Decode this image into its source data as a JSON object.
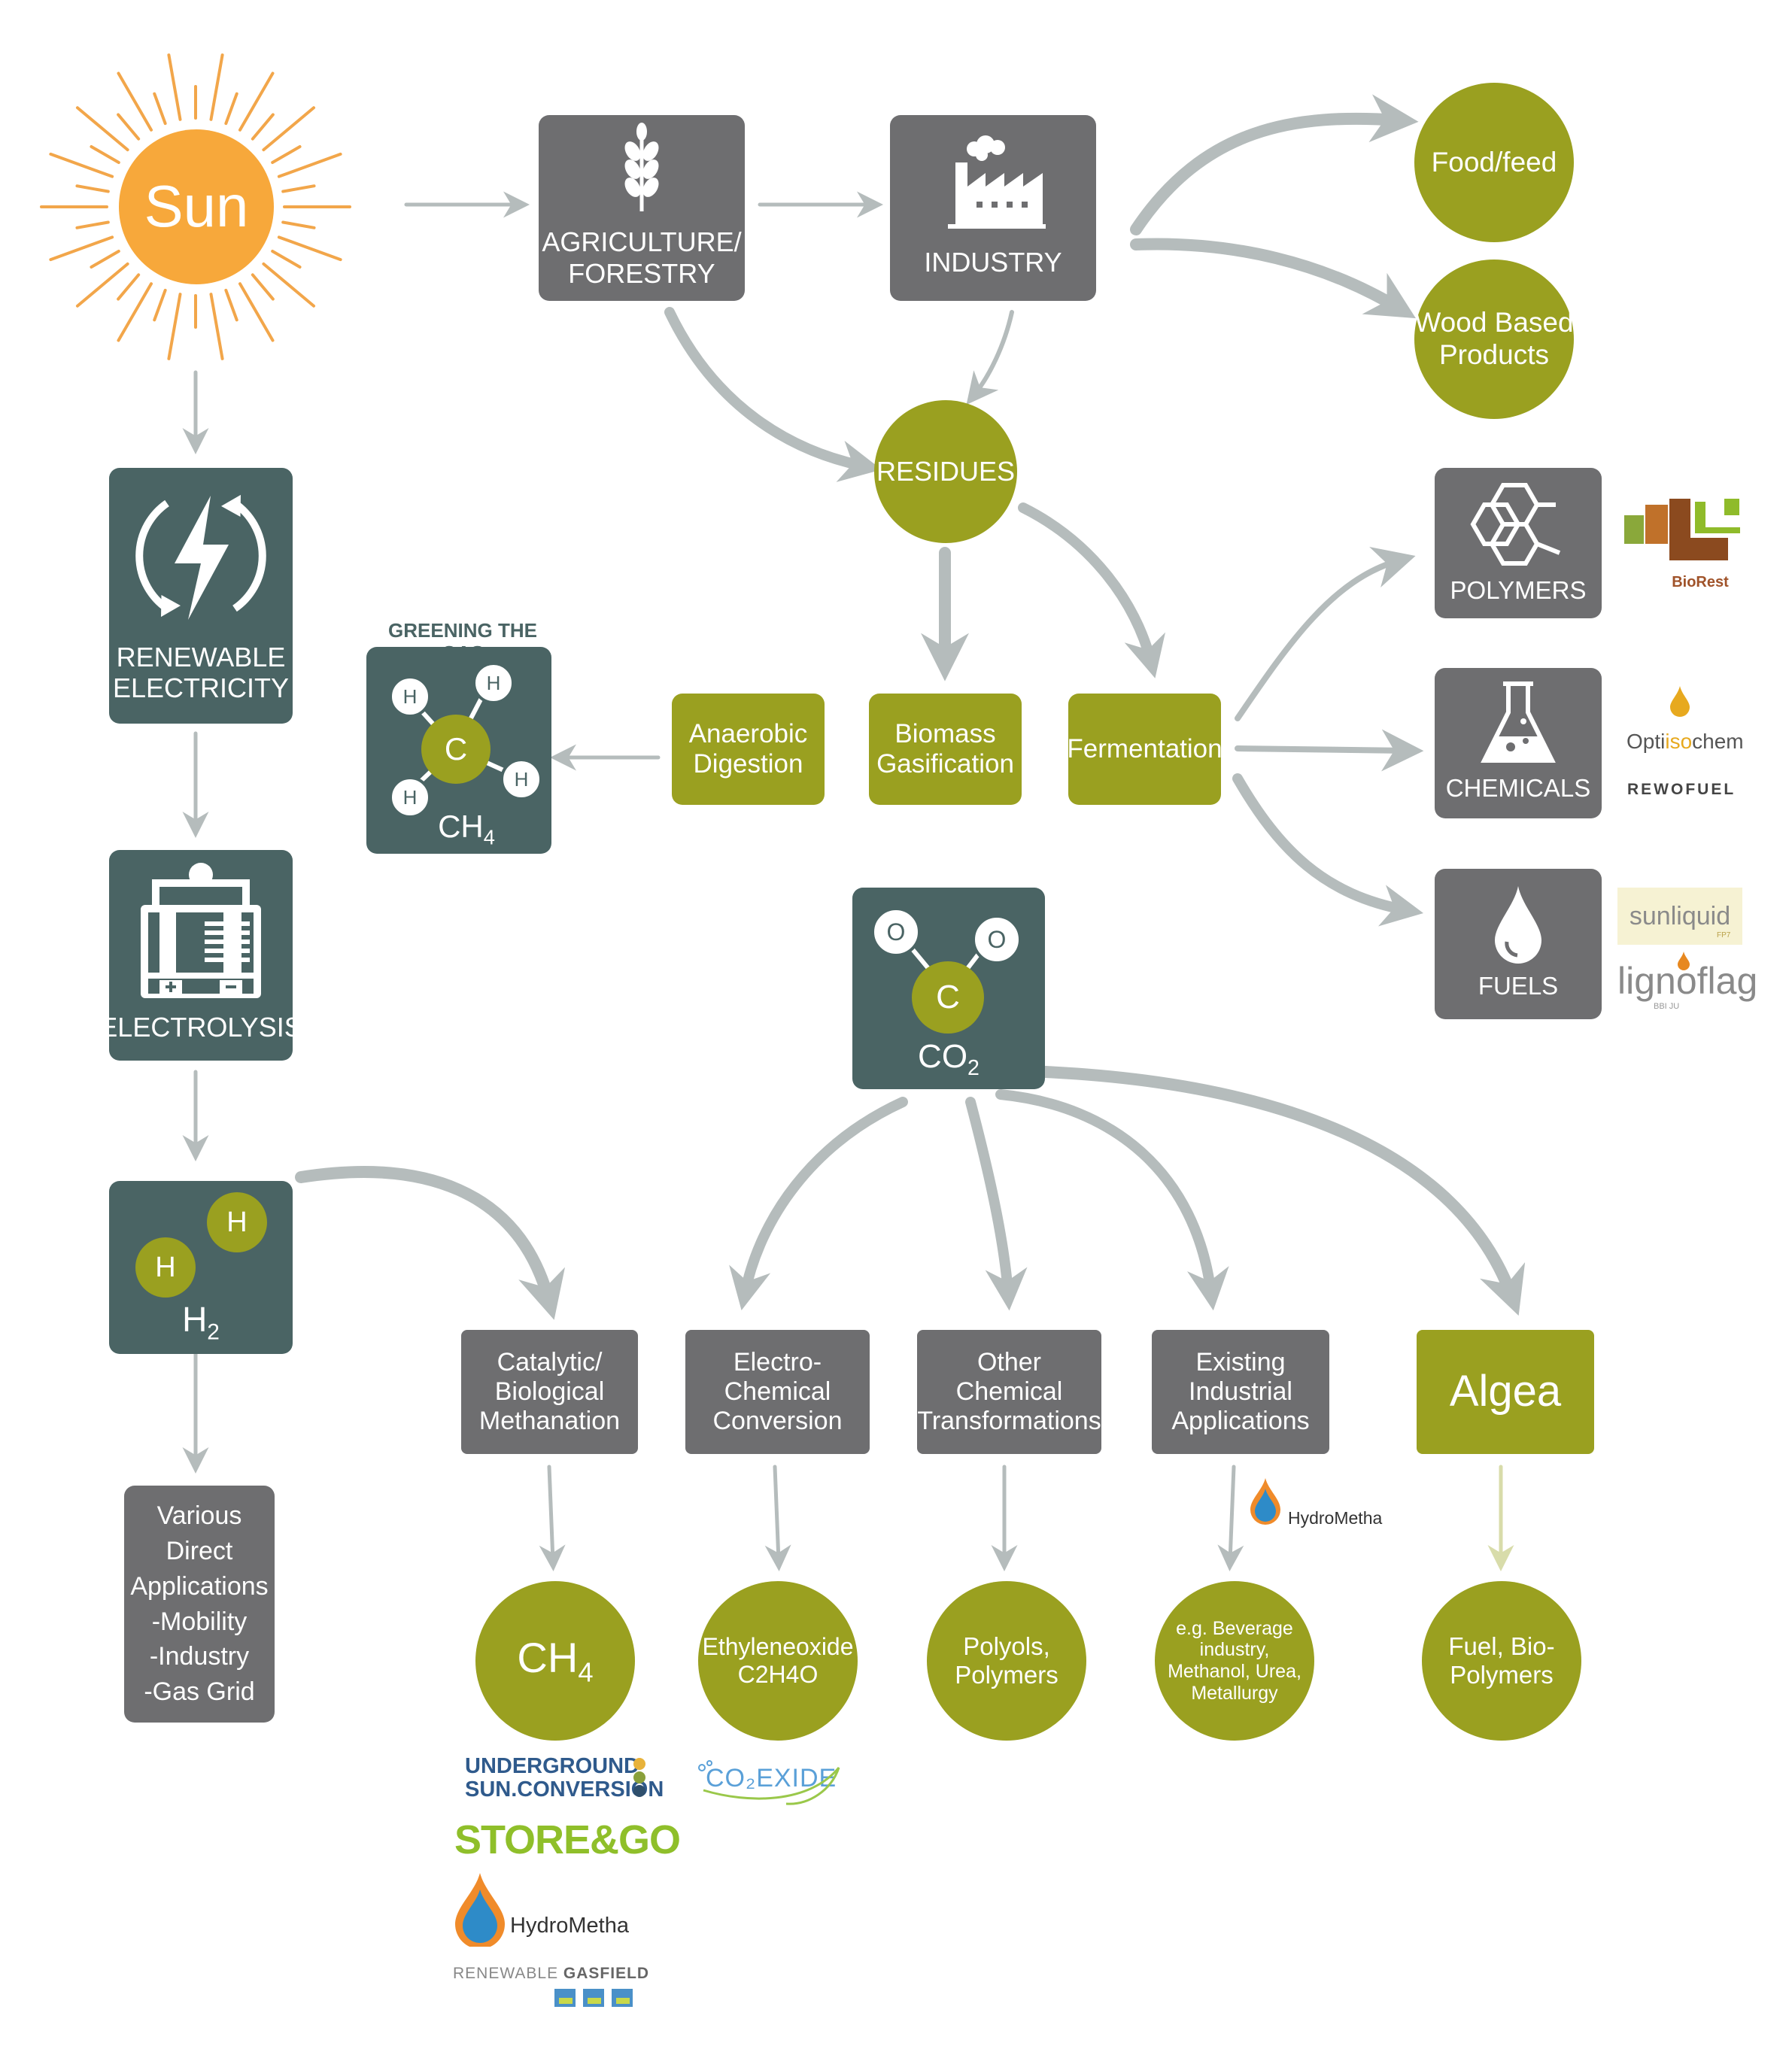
{
  "colors": {
    "olive": "#9aa020",
    "teal": "#4a6464",
    "grey": "#6e6e70",
    "arrow": "#b5bcbc",
    "sun": "#f7a83b"
  },
  "sun": {
    "label": "Sun"
  },
  "top": {
    "agriculture": "AGRICULTURE/\nFORESTRY",
    "industry": "INDUSTRY",
    "food_feed": "Food/feed",
    "wood_based": "Wood Based\nProducts",
    "residues": "RESIDUES"
  },
  "left": {
    "renewable_electricity": "RENEWABLE\nELECTRICITY",
    "electrolysis": "ELECTROLYSIS",
    "h2_atom": "H",
    "h2_formula": "H",
    "h2_sub": "2",
    "various": "Various\nDirect\nApplications\n-Mobility\n-Industry\n-Gas Grid"
  },
  "greening": {
    "title": "GREENING THE GAS",
    "h": "H",
    "c": "C",
    "formula": "CH",
    "sub": "4"
  },
  "processes": {
    "anaerobic": "Anaerobic\nDigestion",
    "biomass": "Biomass\nGasification",
    "fermentation": "Fermentation"
  },
  "products_right": {
    "polymers": "POLYMERS",
    "chemicals": "CHEMICALS",
    "fuels": "FUELS"
  },
  "co2": {
    "o": "O",
    "c": "C",
    "formula": "CO",
    "sub": "2"
  },
  "routes": {
    "catalytic": "Catalytic/\nBiological\nMethanation",
    "electro": "Electro-\nChemical\nConversion",
    "other": "Other\nChemical\nTransformations",
    "existing": "Existing\nIndustrial\nApplications",
    "algea": "Algea"
  },
  "outputs": {
    "ch4": "CH",
    "ch4_sub": "4",
    "ethylene": "Ethyleneoxide\nC2H4O",
    "polyols": "Polyols,\nPolymers",
    "beverage": "e.g. Beverage\nindustry,\nMethanol, Urea,\nMetallurgy",
    "fuel_bio": "Fuel, Bio-\nPolymers"
  },
  "logos": {
    "biorest": "BioRest",
    "optisochem_a": "Opti",
    "optisochem_b": "iso",
    "optisochem_c": "chem",
    "rewofuel": "REWOFUEL",
    "sunliquid": "sunliquid",
    "sunliquid_mark": "FP7",
    "lignoflag": "lignoflag",
    "lignoflag_mark": "BBI JU",
    "hydrometha": "HydroMetha",
    "underground_1": "UNDERGROUND",
    "underground_2": "SUN.CONVERSION",
    "storego": "STORE&GO",
    "hydrometha2": "HydroMetha",
    "gasfield_a": "RENEWABLE ",
    "gasfield_b": "GASFIELD",
    "co2exide": "CO₂EXIDE"
  }
}
